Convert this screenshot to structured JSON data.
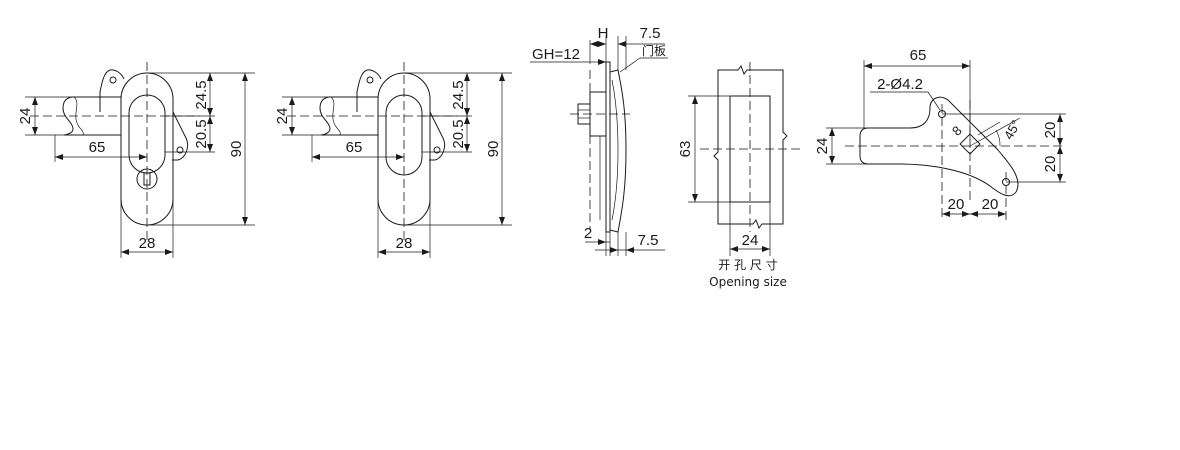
{
  "views": {
    "front_key": {
      "dim_height": "24",
      "dim_upper": "24.5",
      "dim_lower": "20.5",
      "dim_total": "90",
      "dim_length": "65",
      "dim_width": "28"
    },
    "front_plain": {
      "dim_height": "24",
      "dim_upper": "24.5",
      "dim_lower": "20.5",
      "dim_total": "90",
      "dim_length": "65",
      "dim_width": "28"
    },
    "side": {
      "grip_height": "GH=12",
      "dim_h": "H",
      "dim_top": "7.5",
      "door_panel": "门板",
      "dim_thickness": "2",
      "dim_bottom": "7.5"
    },
    "cutout": {
      "dim_height": "63",
      "dim_width": "24",
      "caption_cn": "开 孔 尺 寸",
      "caption_en": "Opening size"
    },
    "cam": {
      "dim_length": "65",
      "holes": "2-Ø4.2",
      "dim_slot": "8",
      "dim_angle": "45°",
      "dim_height": "24",
      "dim_upper": "20",
      "dim_lower": "20",
      "dim_h1": "20",
      "dim_h2": "20"
    }
  }
}
